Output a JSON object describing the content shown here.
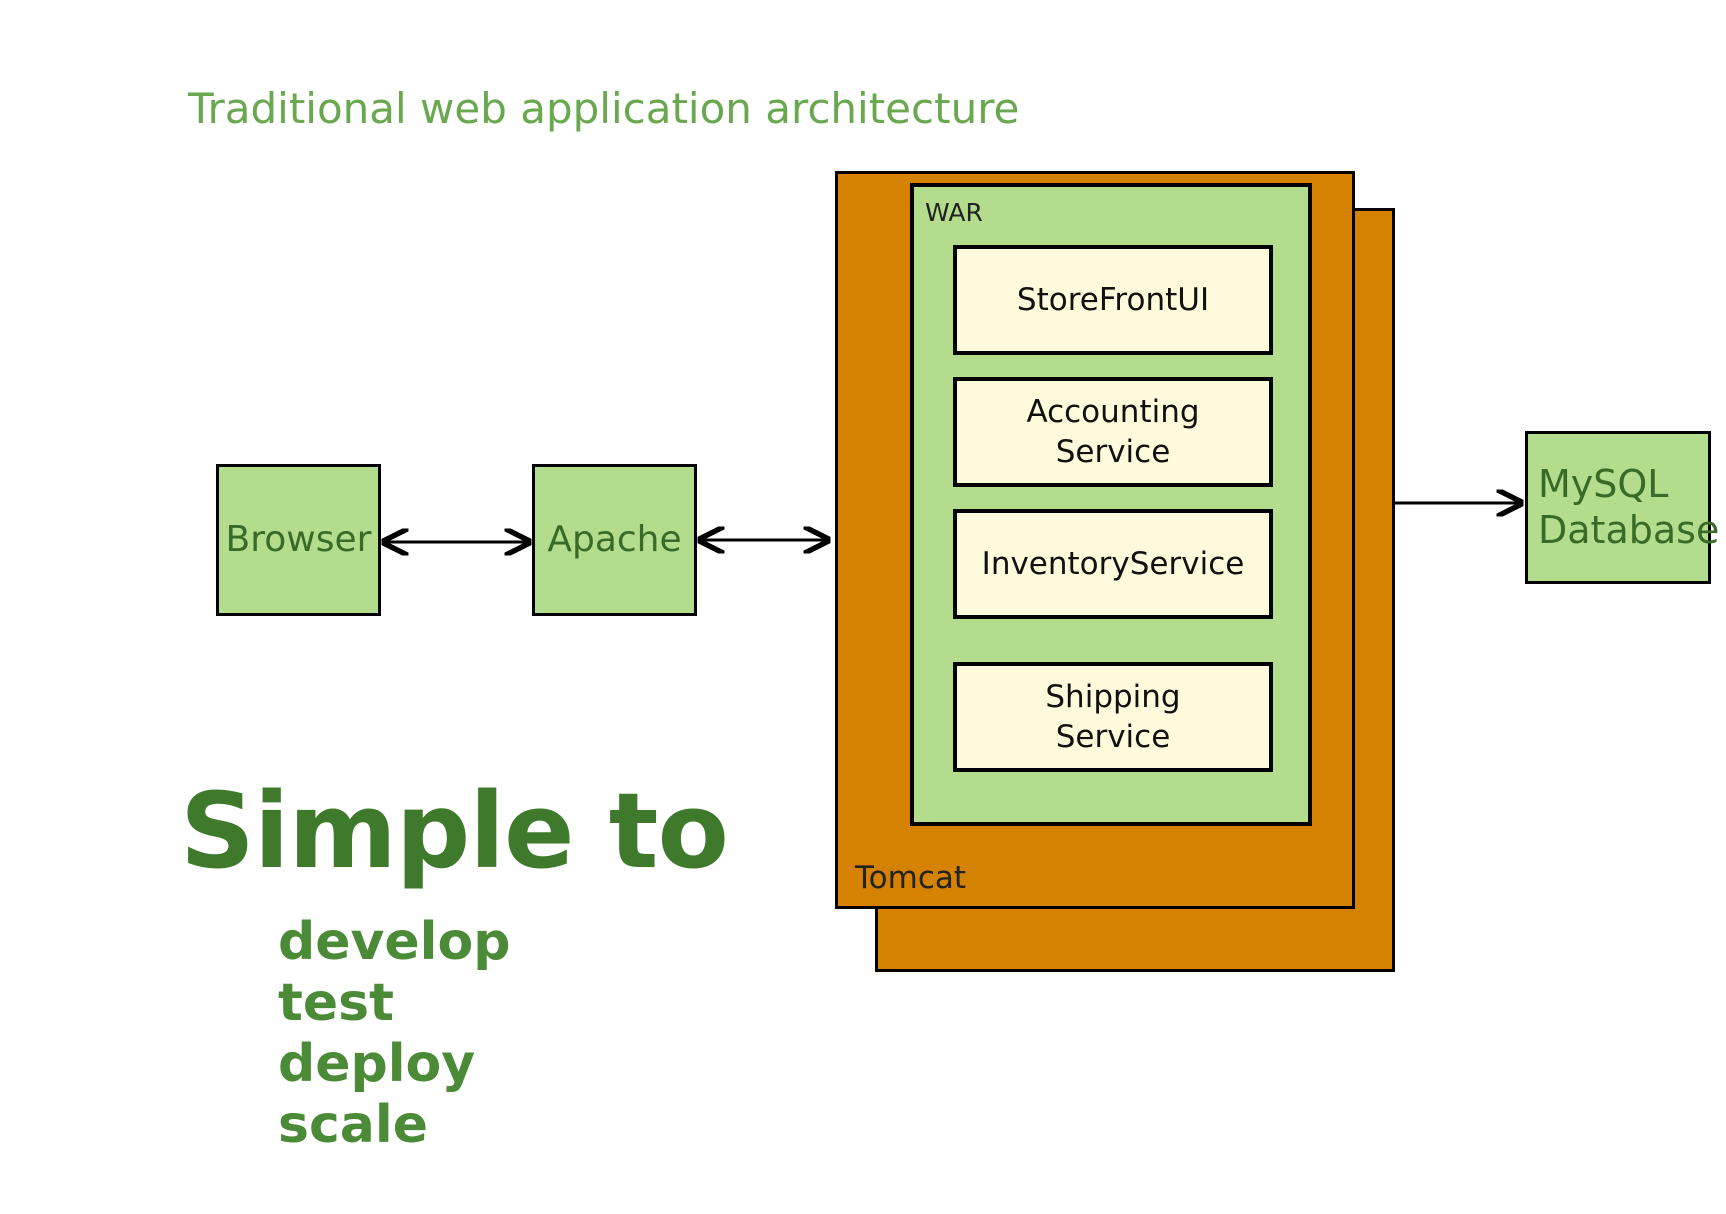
{
  "title": "Traditional web application architecture",
  "nodes": {
    "browser": "Browser",
    "apache": "Apache",
    "database": "MySQL\nDatabase",
    "tomcat": "Tomcat",
    "war": "WAR"
  },
  "services": [
    "StoreFrontUI",
    "Accounting\nService",
    "InventoryService",
    "Shipping\nService"
  ],
  "headline": "Simple to",
  "benefits": [
    "develop",
    "test",
    "deploy",
    "scale"
  ],
  "colors": {
    "box_green": "#b3dd8d",
    "tomcat_orange": "#d58200",
    "service_cream": "#fffadb",
    "title_green": "#6aa84f",
    "headline_green": "#3f7a2c"
  }
}
